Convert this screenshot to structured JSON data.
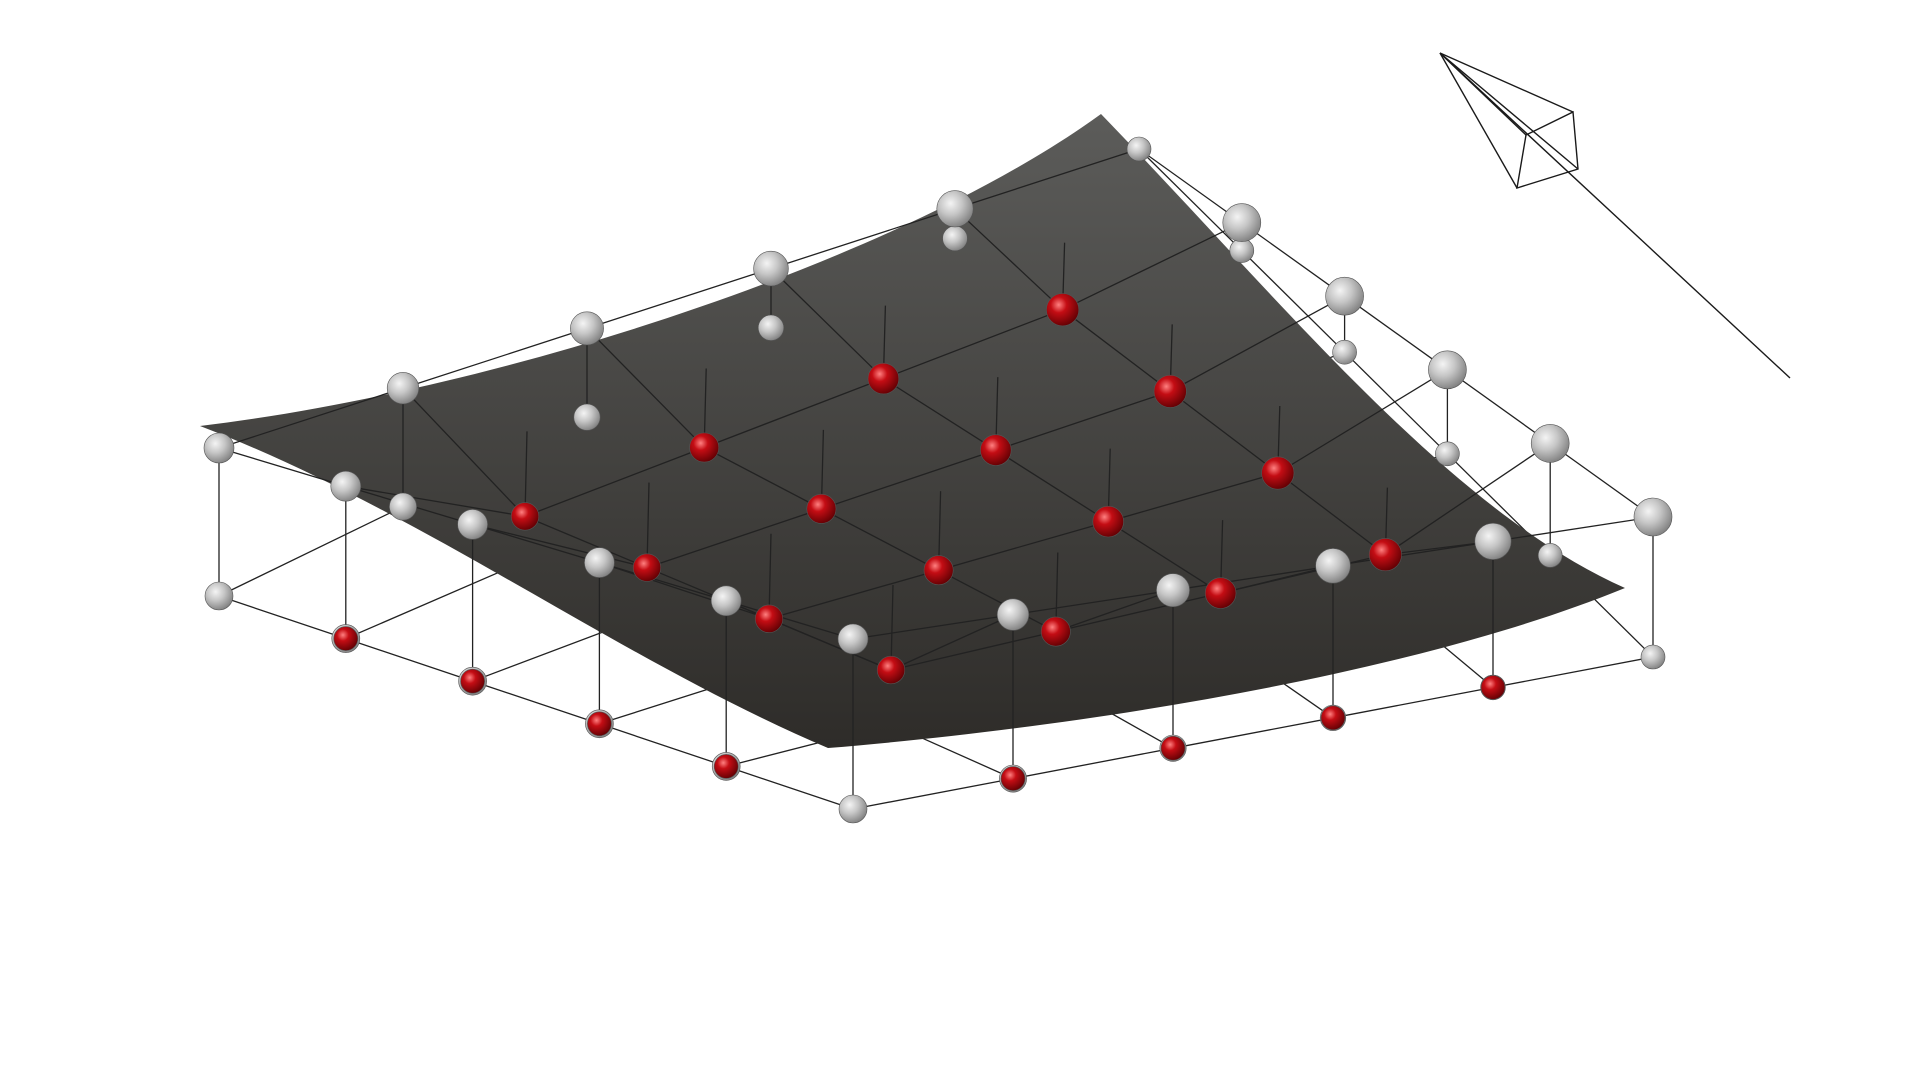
{
  "scene": {
    "background_color": "#ffffff",
    "surface": {
      "name": "curved-surface",
      "color_top": "#5c5c5a",
      "color_bottom": "#2e2c29"
    },
    "lattice": {
      "name": "control-lattice",
      "rows": 6,
      "columns": 6,
      "wire_color": "#222222",
      "boundary_node_color": "#bdbdbd",
      "interior_node_color": "#b0060c"
    },
    "camera": {
      "name": "camera-frustum",
      "line_color": "#1a1a1a"
    }
  }
}
